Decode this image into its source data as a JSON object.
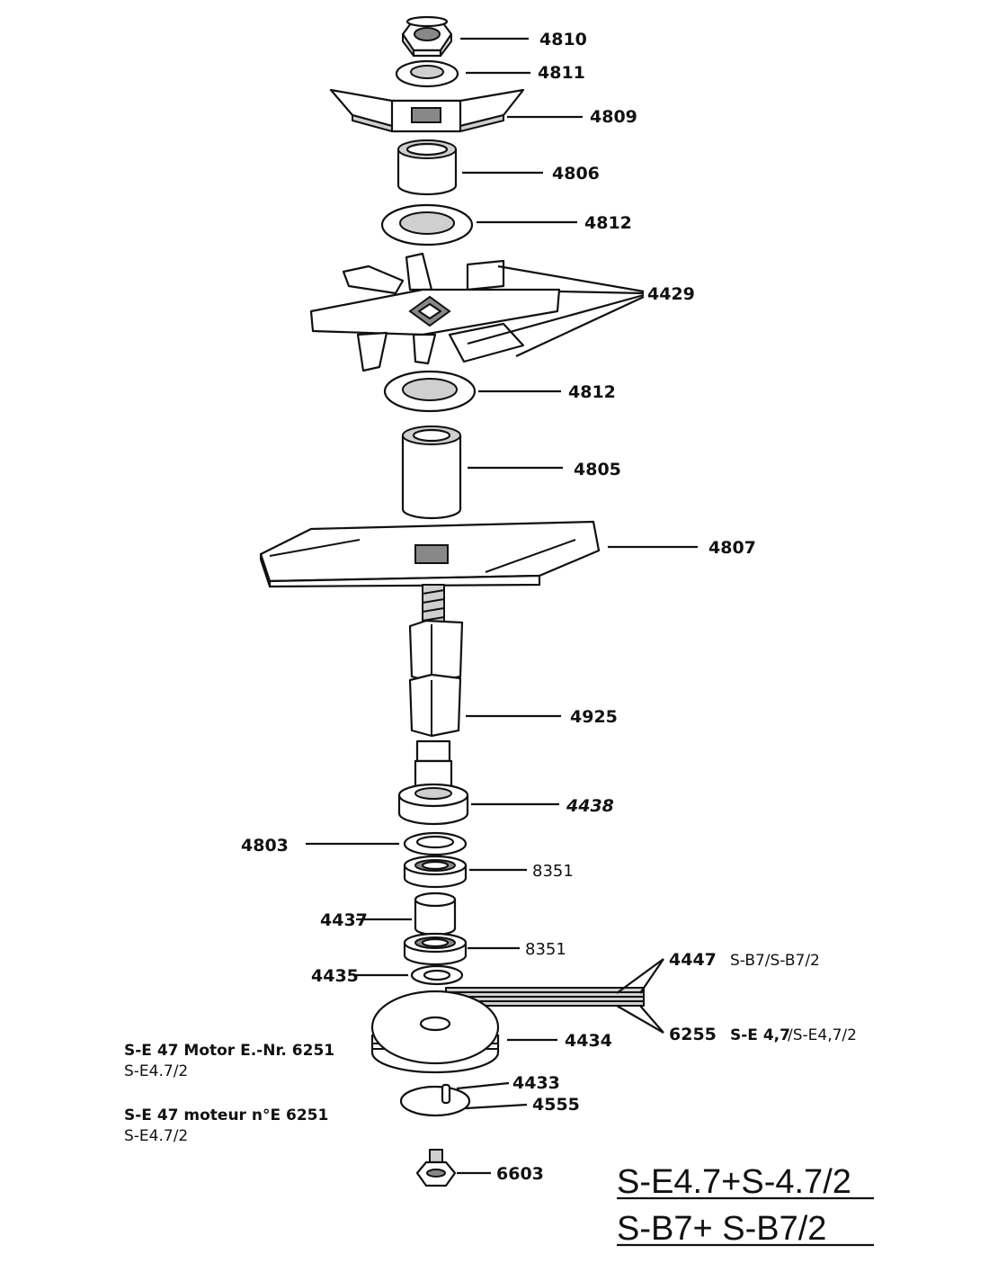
{
  "parts": {
    "p4810": "4810",
    "p4811": "4811",
    "p4809": "4809",
    "p4806": "4806",
    "p4812a": "4812",
    "p4429": "4429",
    "p4812b": "4812",
    "p4805": "4805",
    "p4807": "4807",
    "p4925": "4925",
    "p4438": "4438",
    "p4803": "4803",
    "p8351a": "8351",
    "p4437": "4437",
    "p8351b": "8351",
    "p4447": "4447",
    "p4435": "4435",
    "p6255": "6255",
    "p4434": "4434",
    "p4433": "4433",
    "p4555": "4555",
    "p6603": "6603"
  },
  "variants": {
    "v4447_models": "S-B7/S-B7/2",
    "v6255_model_a": "S-E 4,7",
    "v6255_model_b": "/S-E4,7/2"
  },
  "notes": {
    "motor_de_line1": "S-E 47 Motor E.-Nr. 6251",
    "motor_de_line2": "S-E4.7/2",
    "motor_fr_line1": "S-E 47 moteur n°E 6251",
    "motor_fr_line2": "S-E4.7/2"
  },
  "models": {
    "line1": "S-E4.7+S-4.7/2",
    "line2": "S-B7+ S-B7/2"
  }
}
